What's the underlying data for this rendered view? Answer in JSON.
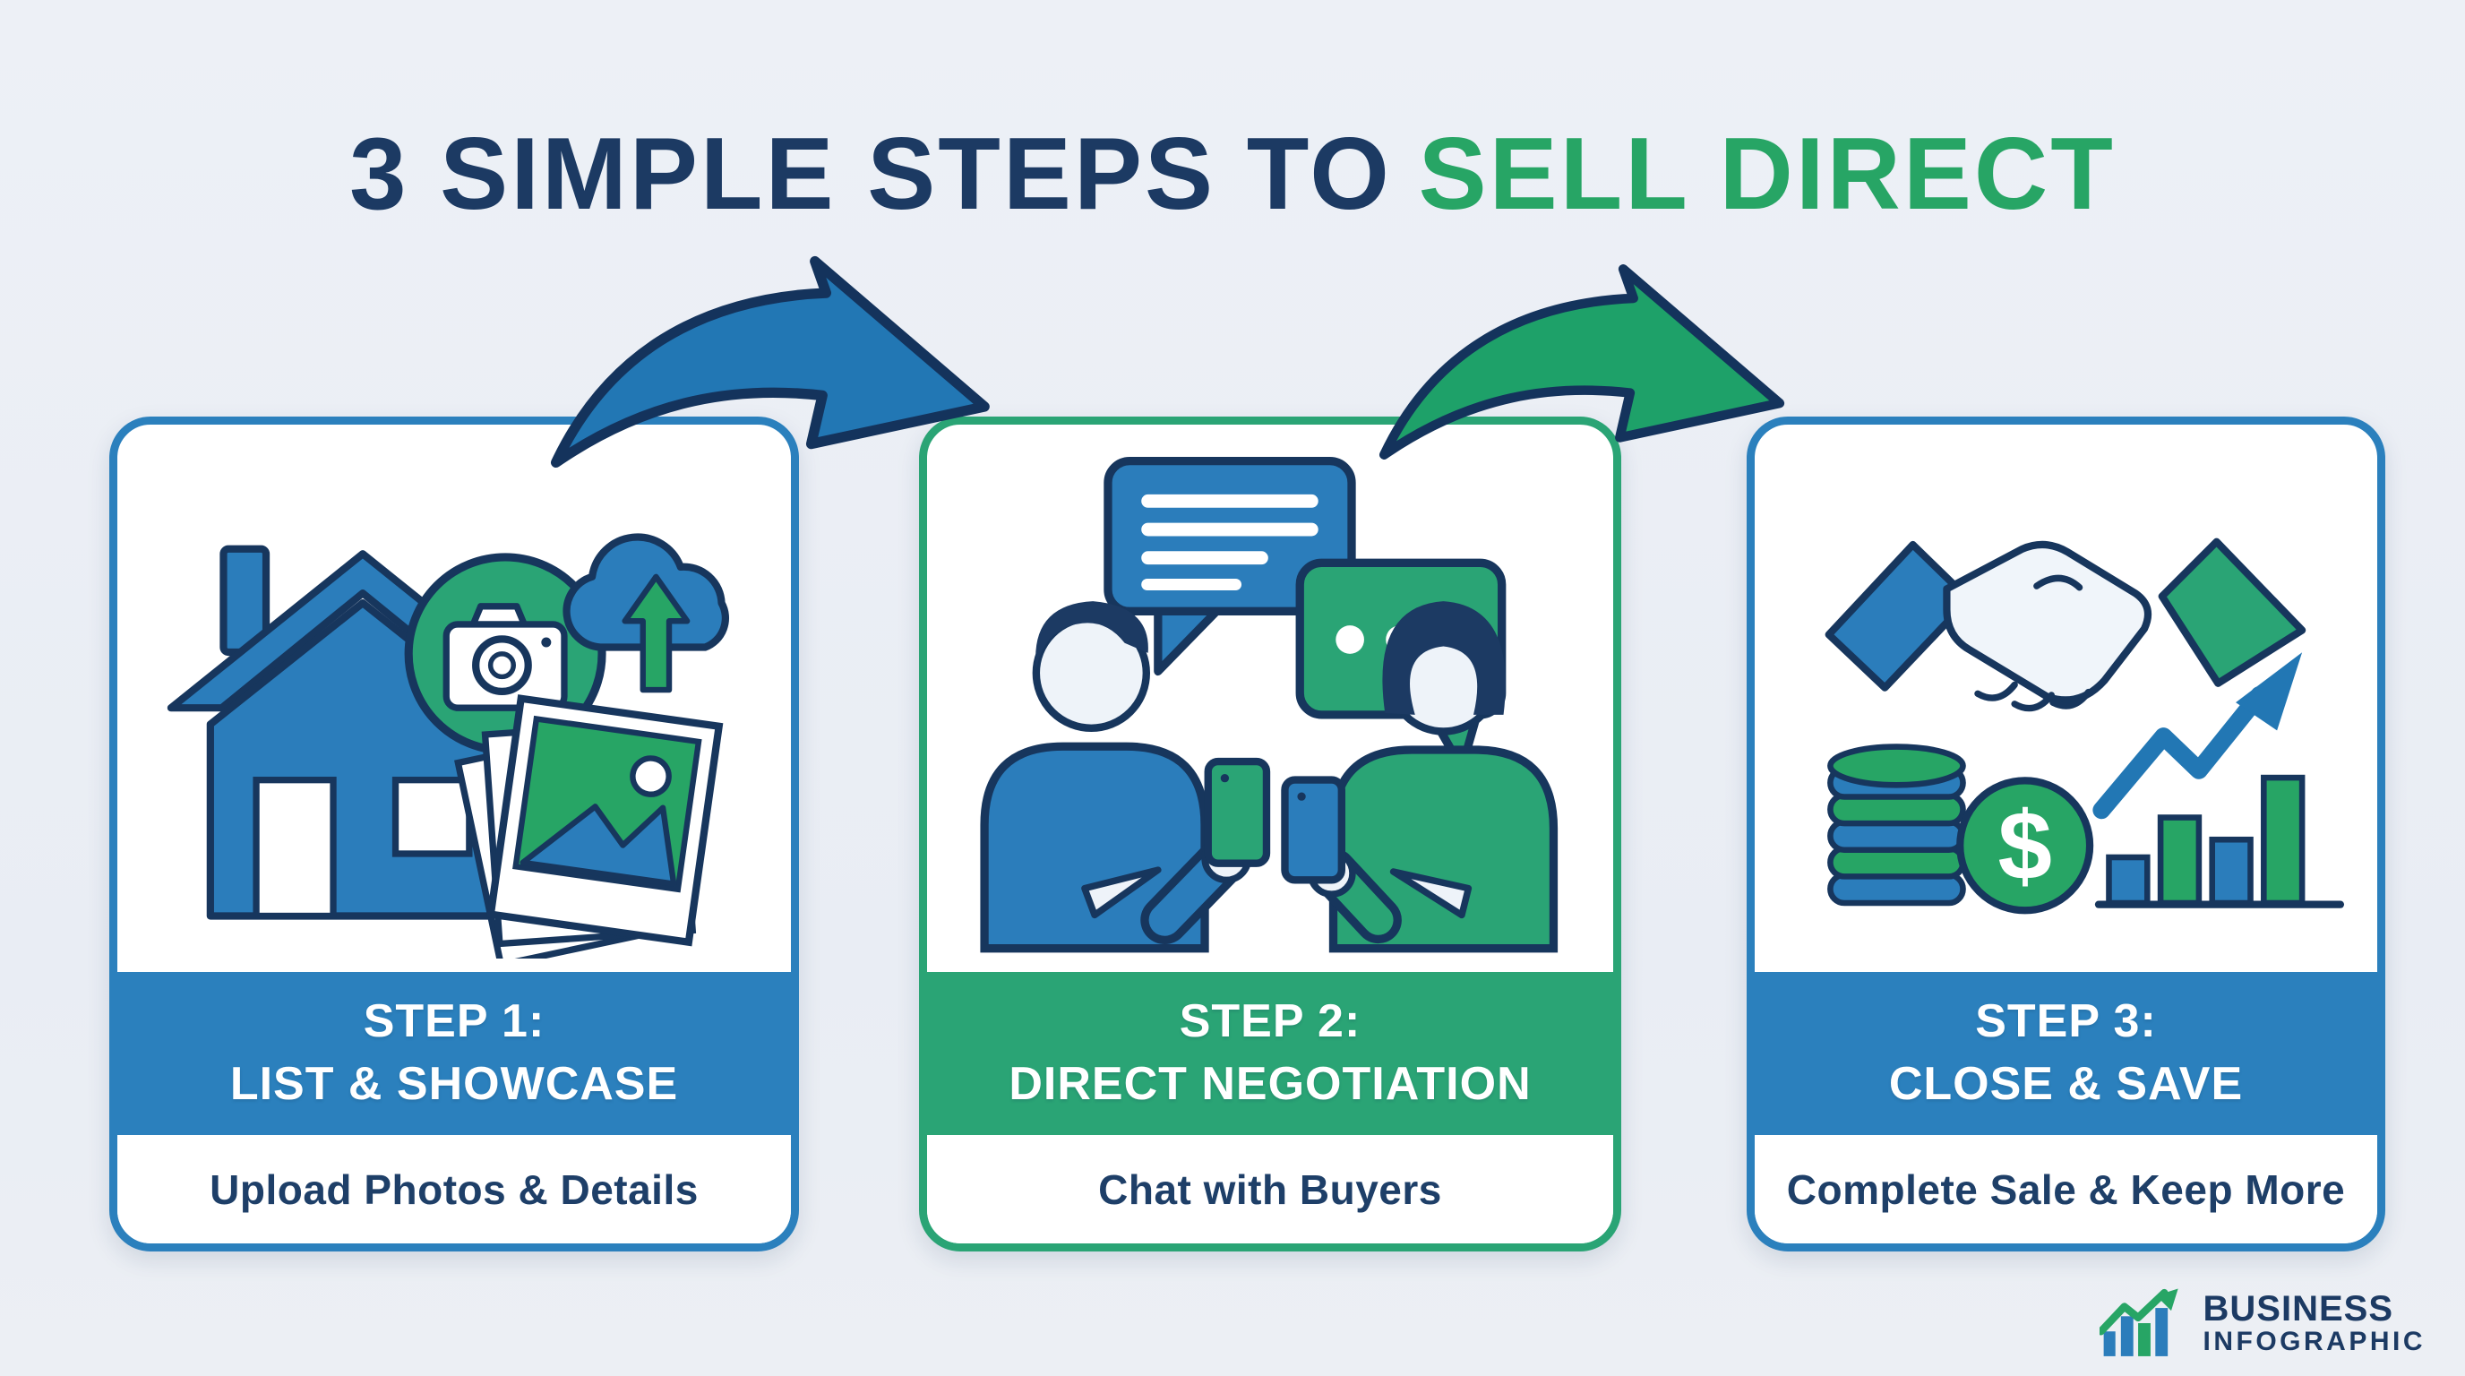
{
  "title": {
    "part1": "3 SIMPLE STEPS TO",
    "part2": "SELL DIRECT"
  },
  "steps": [
    {
      "step_label": "STEP 1:",
      "title": "LIST & SHOWCASE",
      "caption": "Upload Photos & Details",
      "accent_color": "#2b80bd",
      "icons": [
        "house-icon",
        "camera-magnifier-icon",
        "cloud-upload-icon",
        "photo-stack-icon"
      ]
    },
    {
      "step_label": "STEP 2:",
      "title": "DIRECT NEGOTIATION",
      "caption": "Chat with Buyers",
      "accent_color": "#2aa475",
      "icons": [
        "chat-bubble-lines-icon",
        "chat-bubble-dots-icon",
        "seller-person-icon",
        "buyer-person-icon",
        "smartphone-icon"
      ]
    },
    {
      "step_label": "STEP 3:",
      "title": "CLOSE & SAVE",
      "caption": "Complete Sale & Keep More",
      "accent_color": "#2b80bd",
      "icons": [
        "handshake-icon",
        "coin-stack-icon",
        "dollar-coin-icon",
        "growth-chart-icon"
      ]
    }
  ],
  "arrows": [
    {
      "from": "step-1",
      "to": "step-2",
      "color": "#2277b4"
    },
    {
      "from": "step-2",
      "to": "step-3",
      "color": "#1ea169"
    }
  ],
  "footer": {
    "brand_line1": "BUSINESS",
    "brand_line2": "INFOGRAPHIC"
  },
  "colors": {
    "background": "#ebeef5",
    "navy": "#1c3a63",
    "outline_navy": "#17365d",
    "blue": "#2b80bd",
    "green": "#2aa475",
    "title_green": "#27a565",
    "card_white": "#ffffff"
  }
}
